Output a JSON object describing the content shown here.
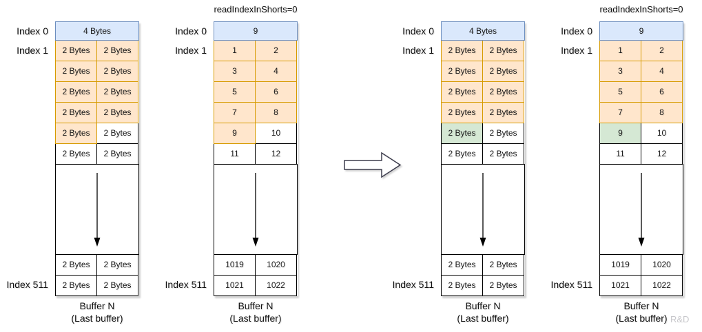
{
  "colors": {
    "header_fill": "#dae8fc",
    "header_border": "#6c8ebf",
    "orange_fill": "#ffe6cc",
    "orange_border": "#d79b00",
    "green_fill": "#d5e8d4",
    "plain_border": "#000000",
    "watermark_gray": "#c7c7cb"
  },
  "watermark": "R&D",
  "diagrams": [
    {
      "index0_label": "Index 0",
      "index1_label": "Index 1",
      "index511_label": "Index 511",
      "header": "4 Bytes",
      "rows": [
        [
          "2 Bytes",
          "2 Bytes"
        ],
        [
          "2 Bytes",
          "2 Bytes"
        ],
        [
          "2 Bytes",
          "2 Bytes"
        ],
        [
          "2 Bytes",
          "2 Bytes"
        ],
        [
          "2 Bytes",
          "2 Bytes"
        ],
        [
          "2 Bytes",
          "2 Bytes"
        ]
      ],
      "bottom_rows": [
        [
          "2 Bytes",
          "2 Bytes"
        ],
        [
          "2 Bytes",
          "2 Bytes"
        ]
      ],
      "caption_line1": "Buffer N",
      "caption_line2": "(Last buffer)"
    },
    {
      "top_label": "readIndexInShorts=0",
      "index0_label": "Index 0",
      "index1_label": "Index 1",
      "index511_label": "Index 511",
      "header": "9",
      "rows": [
        [
          "1",
          "2"
        ],
        [
          "3",
          "4"
        ],
        [
          "5",
          "6"
        ],
        [
          "7",
          "8"
        ],
        [
          "9",
          "10"
        ],
        [
          "11",
          "12"
        ]
      ],
      "bottom_rows": [
        [
          "1019",
          "1020"
        ],
        [
          "1021",
          "1022"
        ]
      ],
      "caption_line1": "Buffer N",
      "caption_line2": "(Last buffer)"
    },
    {
      "index0_label": "Index 0",
      "index1_label": "Index 1",
      "index511_label": "Index 511",
      "header": "4 Bytes",
      "rows": [
        [
          "2 Bytes",
          "2 Bytes"
        ],
        [
          "2 Bytes",
          "2 Bytes"
        ],
        [
          "2 Bytes",
          "2 Bytes"
        ],
        [
          "2 Bytes",
          "2 Bytes"
        ],
        [
          "2 Bytes",
          "2 Bytes"
        ],
        [
          "2 Bytes",
          "2 Bytes"
        ]
      ],
      "bottom_rows": [
        [
          "2 Bytes",
          "2 Bytes"
        ],
        [
          "2 Bytes",
          "2 Bytes"
        ]
      ],
      "caption_line1": "Buffer N",
      "caption_line2": "(Last buffer)"
    },
    {
      "top_label": "readIndexInShorts=0",
      "index0_label": "Index 0",
      "index1_label": "Index 1",
      "index511_label": "Index 511",
      "header": "9",
      "rows": [
        [
          "1",
          "2"
        ],
        [
          "3",
          "4"
        ],
        [
          "5",
          "6"
        ],
        [
          "7",
          "8"
        ],
        [
          "9",
          "10"
        ],
        [
          "11",
          "12"
        ]
      ],
      "bottom_rows": [
        [
          "1019",
          "1020"
        ],
        [
          "1021",
          "1022"
        ]
      ],
      "caption_line1": "Buffer N",
      "caption_line2": "(Last buffer)"
    }
  ]
}
